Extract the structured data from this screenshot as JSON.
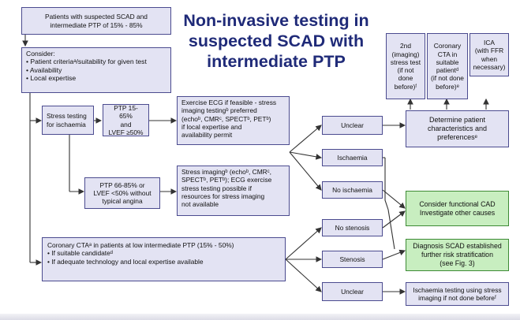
{
  "title": [
    "Non-invasive testing in",
    "suspected SCAD with",
    "intermediate PTP"
  ],
  "boxes": {
    "patients": "Patients with suspected SCAD and intermediate PTP of 15% - 85%",
    "consider_title": "Consider:",
    "consider_items": [
      "• Patient criteriaᵃ/suitability for given test",
      "• Availability",
      "• Local expertise"
    ],
    "stress_testing": "Stress testing for ischaemia",
    "ptp_low": [
      "PTP 15-65%",
      "and",
      "LVEF ≥50%"
    ],
    "ptp_high": [
      "PTP 66-85% or",
      "LVEF <50% without",
      "typical angina"
    ],
    "ecg": [
      "Exercise ECG if feasible - stress",
      "imaging testingᵇ preferred",
      "(echoᵇ, CMRᶜ, SPECTᵇ, PETᵇ)",
      "if local expertise and",
      "availability permit"
    ],
    "stress_imaging": [
      "Stress imagingᵇ (echoᵇ, CMRᶜ,",
      "SPECTᵇ, PETᵇ); ECG exercise",
      "stress testing possible if",
      "resources for stress imaging",
      "not available"
    ],
    "cta": [
      "Coronary CTAᵃ in patients at low intermediate PTP (15% - 50%)",
      "• If suitable candidateᵈ",
      "• If adequate technology and local expertise available"
    ],
    "unclear_top": "Unclear",
    "ischaemia": "Ischaemia",
    "no_ischaemia": "No ischaemia",
    "no_stenosis": "No stenosis",
    "stenosis": "Stenosis",
    "unclear_bottom": "Unclear",
    "determine": [
      "Determine patient",
      "characteristics and",
      "preferencesᵉ"
    ],
    "second_stress": [
      "2nd",
      "(imaging)",
      "stress test",
      "(if not",
      "done",
      "before)ᶠ"
    ],
    "coronary_cta": [
      "Coronary",
      "CTA in",
      "suitable",
      "patientᵈ",
      "(if not done",
      "before)ᵉ"
    ],
    "ica": [
      "ICA",
      "(with FFR",
      "when",
      "necessary)"
    ],
    "functional_cad": [
      "Consider functional CAD",
      "Investigate other causes"
    ],
    "diagnosis": [
      "Diagnosis SCAD established",
      "further risk stratification",
      "(see Fig. 3)"
    ],
    "ischaemia_testing": [
      "Ischaemia testing using stress",
      "imaging if not done beforeᶠ"
    ]
  },
  "colors": {
    "box_fill": "#e3e3f3",
    "box_border": "#4b4b8f",
    "green_fill": "#c8eec0",
    "green_border": "#3d8a35",
    "title": "#1f2a78"
  }
}
